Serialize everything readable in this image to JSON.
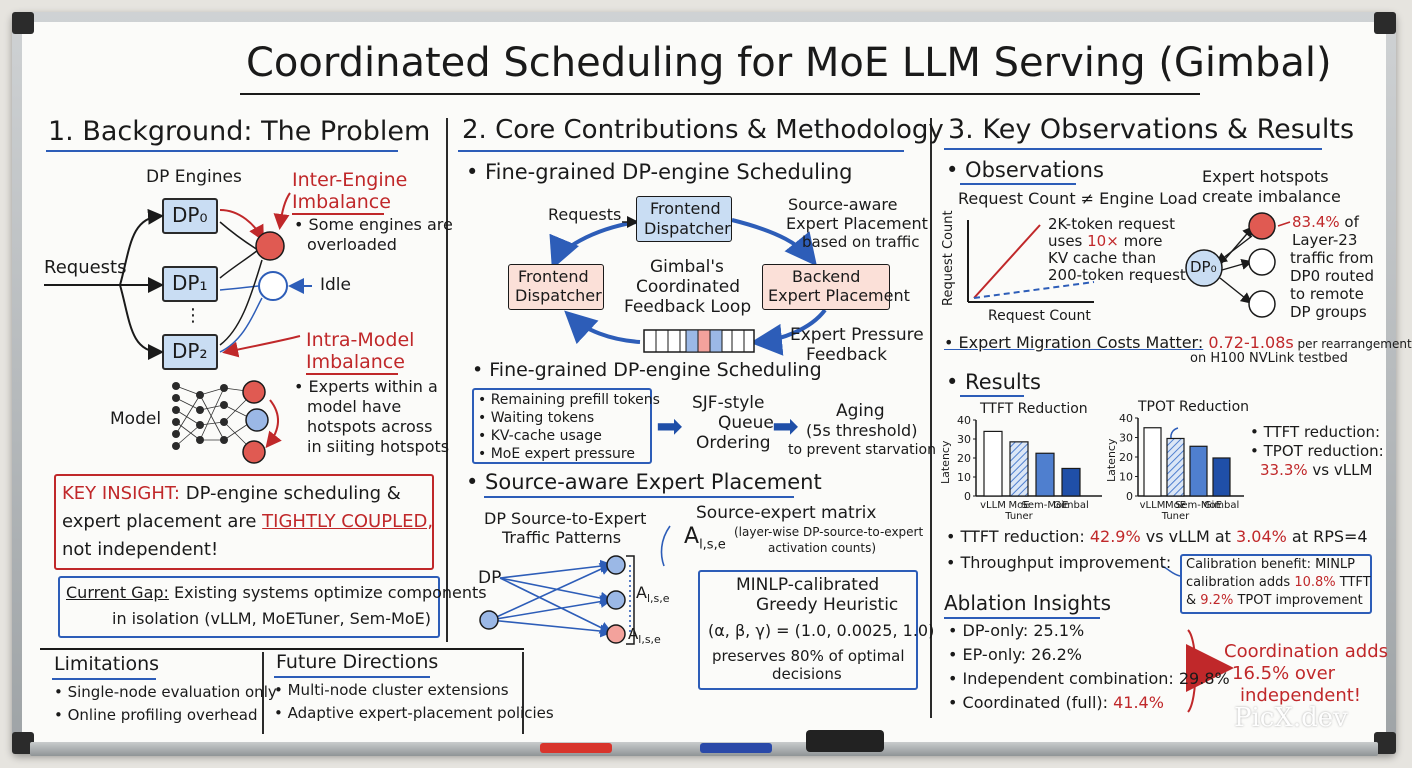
{
  "title": "Coordinated Scheduling for MoE LLM Serving (Gimbal)",
  "watermark": "PicX.dev",
  "section1": {
    "heading": "1. Background: The Problem",
    "dp_engines_label": "DP Engines",
    "requests_label": "Requests",
    "dp0": "DP₀",
    "dp1": "DP₁",
    "dots": "⋮",
    "dp2": "DP₂",
    "inter_title_1": "Inter-Engine",
    "inter_title_2": "Imbalance",
    "inter_desc_1": "• Some engines are",
    "inter_desc_2": "overloaded",
    "idle_label": "Idle",
    "intra_title_1": "Intra-Model",
    "intra_title_2": "Imbalance",
    "intra_desc_1": "• Experts within a",
    "intra_desc_2": "model have",
    "intra_desc_3": "hotspots across",
    "intra_desc_4": "in siiting hotspots",
    "model_label": "Model",
    "key_insight_label": "KEY INSIGHT:",
    "key_insight_text_1": "DP-engine scheduling &",
    "key_insight_text_2": "expert placement are",
    "key_insight_emph": "TIGHTLY COUPLED,",
    "key_insight_text_3": "not independent!",
    "gap_label": "Current Gap:",
    "gap_text_1": "Existing systems optimize components",
    "gap_text_2": "in isolation (vLLM, MoETuner, Sem-MoE)"
  },
  "limitations": {
    "heading": "Limitations",
    "items": [
      "• Single-node evaluation only",
      "• Online profiling overhead"
    ]
  },
  "future": {
    "heading": "Future Directions",
    "items": [
      "• Multi-node cluster extensions",
      "• Adaptive expert-placement policies"
    ]
  },
  "section2": {
    "heading": "2. Core Contributions & Methodology",
    "sub1": "• Fine-grained DP-engine Scheduling",
    "requests_label": "Requests",
    "frontend_top_1": "Frontend",
    "frontend_top_2": "Dispatcher",
    "source_aware_1": "Source-aware",
    "source_aware_2": "Expert Placement",
    "source_aware_3": "based on traffic",
    "frontend_left_1": "Frontend",
    "frontend_left_2": "Dispatcher",
    "loop_1": "Gimbal's",
    "loop_2": "Coordinated",
    "loop_3": "Feedback Loop",
    "backend_1": "Backend",
    "backend_2": "Expert Placement",
    "pressure_1": "Expert Pressure",
    "pressure_2": "Feedback",
    "sub2": "• Fine-grained DP-engine Scheduling",
    "signals": [
      "• Remaining prefill tokens",
      "• Waiting tokens",
      "• KV-cache usage",
      "• MoE expert pressure"
    ],
    "sjf_1": "SJF-style",
    "sjf_2": "Queue",
    "sjf_3": "Ordering",
    "aging_1": "Aging",
    "aging_2": "(5s threshold)",
    "aging_3": "to prevent starvation",
    "sub3": "• Source-aware Expert Placement",
    "traffic_1": "DP Source-to-Expert",
    "traffic_2": "Traffic Patterns",
    "dp_label": "DP",
    "matrix_title": "Source-expert matrix",
    "matrix_sym": "A",
    "matrix_sub": "l,s,e",
    "matrix_desc_1": "(layer-wise DP-source-to-expert",
    "matrix_desc_2": "activation counts)",
    "matrix_node_1": "A",
    "matrix_node_1_sub": "l,s,e",
    "matrix_node_2": "A",
    "matrix_node_2_sub": "l,s,e",
    "minlp_1": "MINLP-calibrated",
    "minlp_2": "Greedy Heuristic",
    "minlp_3": "(α, β, γ) = (1.0, 0.0025, 1.0)",
    "minlp_4": "preserves 80% of optimal",
    "minlp_5": "decisions"
  },
  "section3": {
    "heading": "3. Key Observations & Results",
    "obs_heading": "• Observations",
    "req_count_title": "Request Count ≠ Engine Load",
    "y_axis": "Request Count",
    "x_axis": "Request Count",
    "kv_1": "2K-token request",
    "kv_2a": "uses ",
    "kv_2b": "10×",
    "kv_2c": " more",
    "kv_3": "KV cache than",
    "kv_4": "200-token request",
    "hotspot_1": "Expert hotspots",
    "hotspot_2": "create imbalance",
    "dp0": "DP₀",
    "hot_pct": "83.4%",
    "hot_of": " of",
    "hot_2": "Layer-23",
    "hot_3": "traffic from",
    "hot_4": "DP0 routed",
    "hot_5": "to remote",
    "hot_6": "DP groups",
    "migration_label": "• Expert Migration Costs Matter:",
    "migration_val": "0.72-1.08s",
    "migration_rest": " per rearrangement",
    "migration_2": "on H100 NVLink testbed",
    "results_heading": "• Results",
    "ttft_callout_1": "• TTFT reduction:",
    "ttft_callout_2": "• TPOT reduction:",
    "ttft_callout_3a": "33.3%",
    "ttft_callout_3b": " vs vLLM",
    "ttft_line_a": "• TTFT reduction: ",
    "ttft_line_b": "42.9%",
    "ttft_line_c": " vs vLLM at ",
    "ttft_line_d": "3.04%",
    "ttft_line_e": " at RPS=4",
    "throughput": "• Throughput improvement:",
    "calib_a": "Calibration benefit: MINLP",
    "calib_b1": "calibration adds ",
    "calib_b2": "10.8%",
    "calib_b3": " TTFT",
    "calib_c1": "& ",
    "calib_c2": "9.2%",
    "calib_c3": " TPOT improvement",
    "ablation_heading": "Ablation Insights",
    "ablation": [
      {
        "label": "• DP-only: ",
        "value": "25.1%"
      },
      {
        "label": "• EP-only: ",
        "value": "26.2%"
      },
      {
        "label": "• Independent combination: ",
        "value": "29.8%"
      },
      {
        "label": "• Coordinated (full): ",
        "value": "41.4%"
      }
    ],
    "coord_1": "Coordination adds",
    "coord_2": "16.5% over",
    "coord_3": "independent!"
  },
  "chart_data": [
    {
      "type": "bar",
      "title": "TTFT Reduction",
      "ylabel": "Latency",
      "categories": [
        "vLLM",
        "MoE Tuner",
        "Sem-MoE",
        "Gimbal"
      ],
      "values": [
        34,
        28.5,
        22.5,
        14.5
      ],
      "ylim": [
        0,
        40
      ],
      "yticks": [
        0,
        10,
        20,
        30,
        40
      ],
      "colors": [
        "#ffffff",
        "#9bb8e6",
        "#4f7fcf",
        "#1f4fa8"
      ]
    },
    {
      "type": "bar",
      "title": "TPOT Reduction",
      "ylabel": "Latency",
      "categories": [
        "vLLM",
        "MoE Tuner",
        "Sem-MoE",
        "Gimbal"
      ],
      "values": [
        35,
        29.5,
        25.5,
        19.5
      ],
      "ylim": [
        0,
        40
      ],
      "yticks": [
        0,
        10,
        20,
        30,
        40
      ],
      "colors": [
        "#ffffff",
        "#9bb8e6",
        "#4f7fcf",
        "#1f4fa8"
      ]
    }
  ]
}
